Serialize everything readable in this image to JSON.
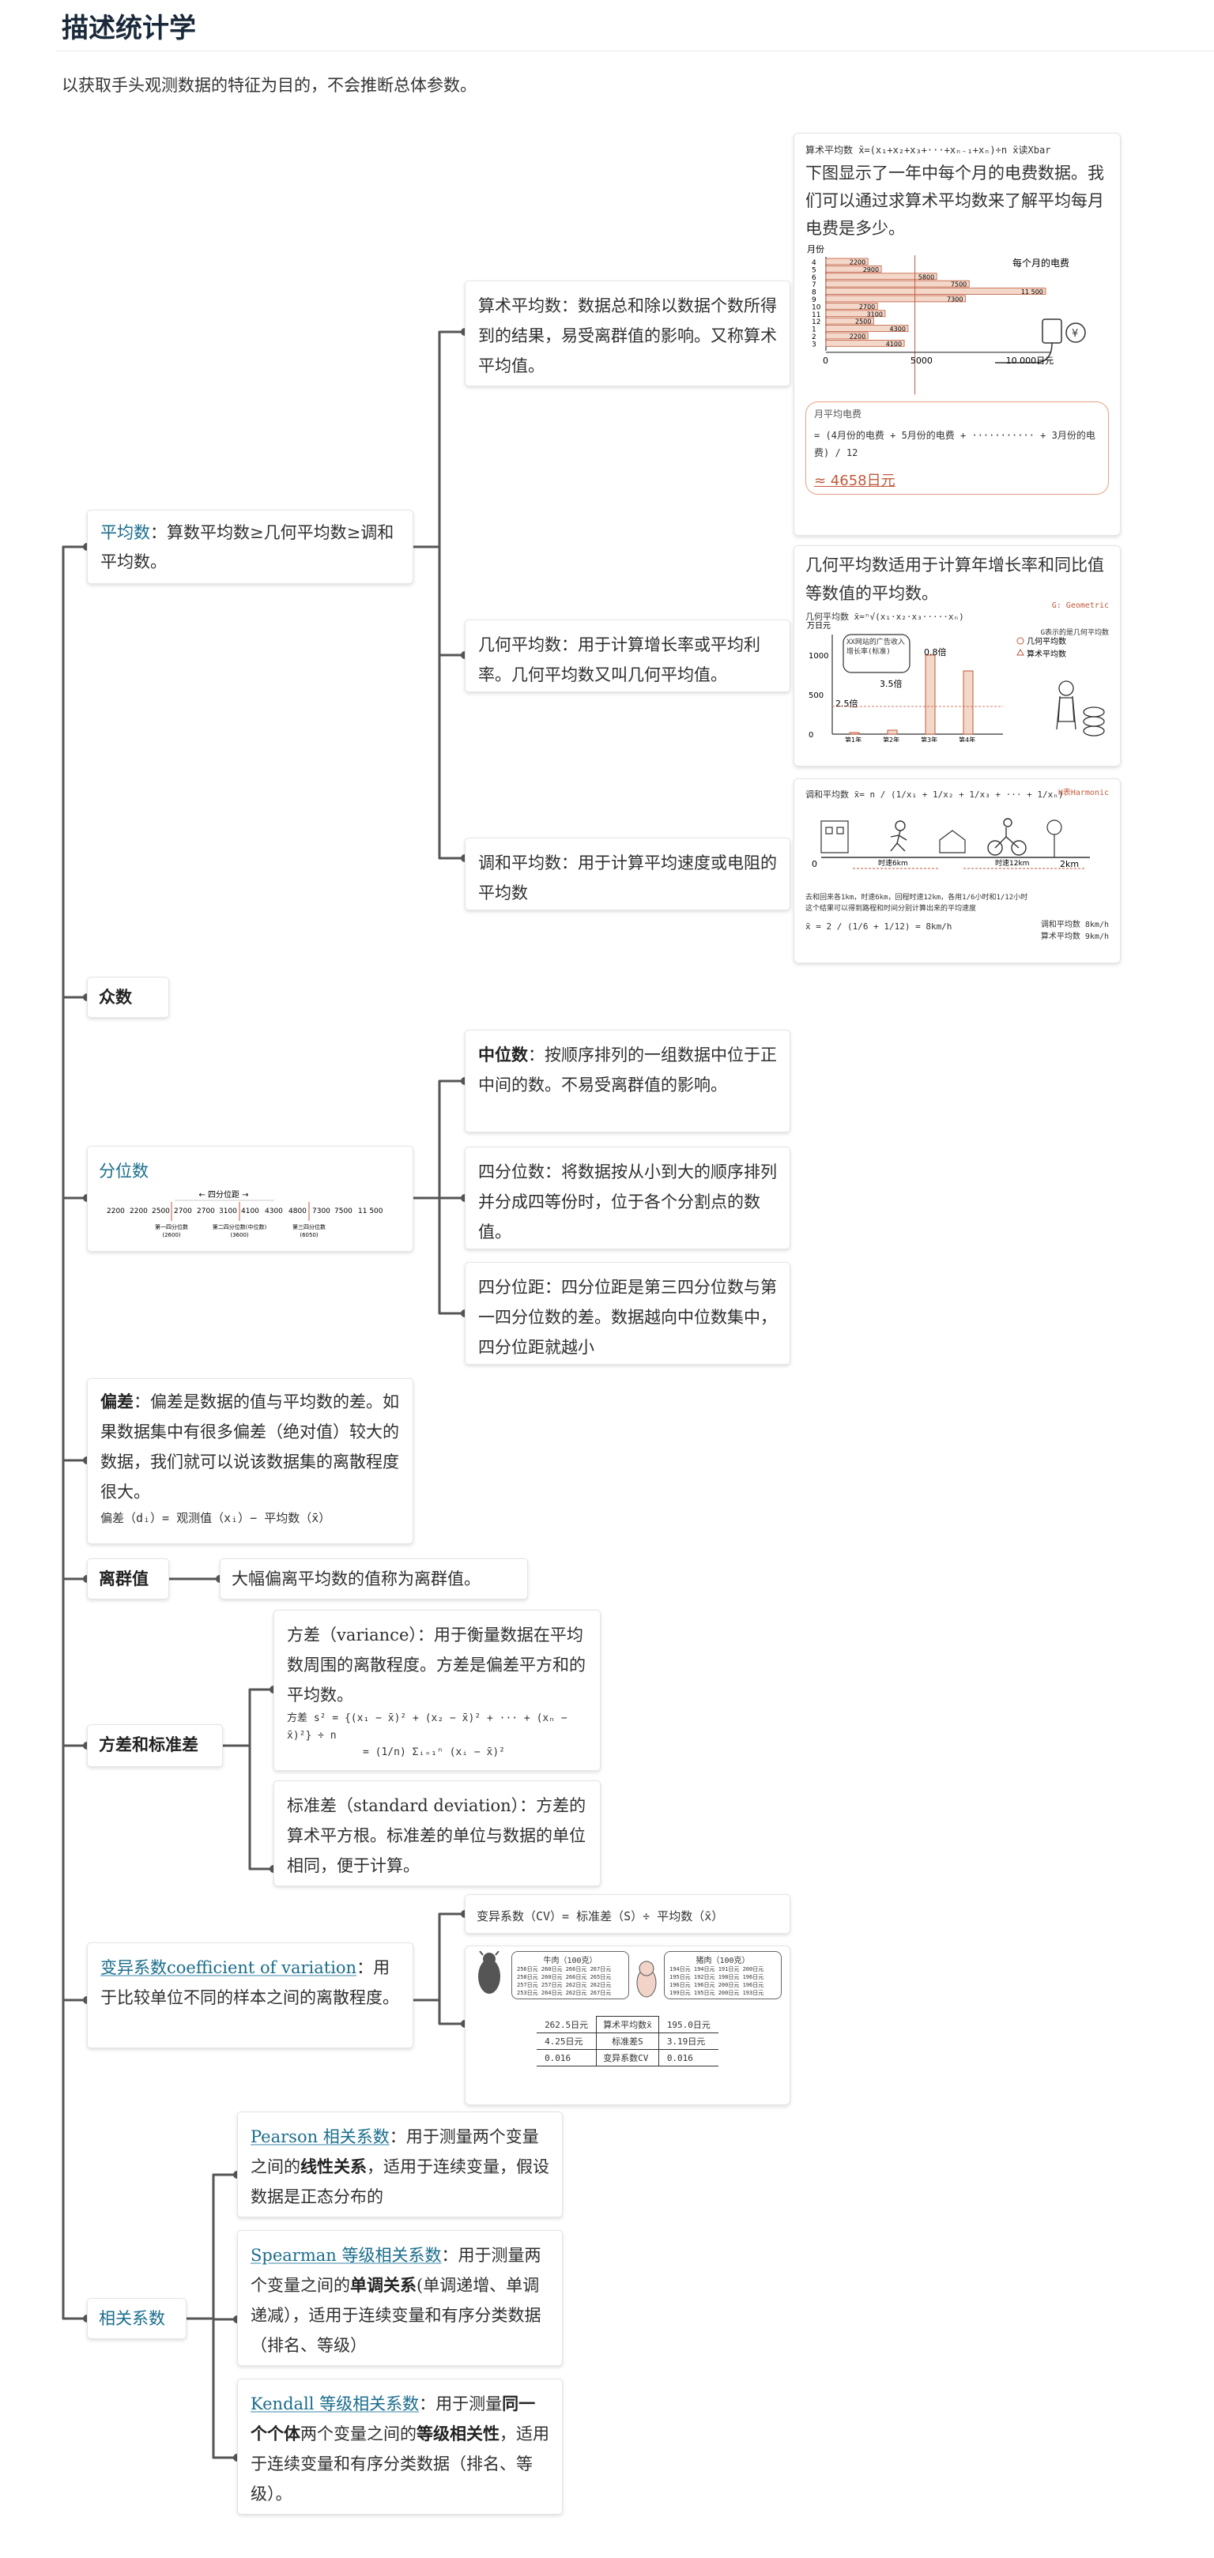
{
  "page": {
    "title": "描述统计学",
    "intro": "以获取手头观测数据的特征为目的，不会推断总体参数。"
  },
  "mean": {
    "term": "平均数",
    "desc": "：算数平均数≥几何平均数≥调和平均数。",
    "arithmetic": "算术平均数：数据总和除以数据个数所得到的结果，易受离群值的影响。又称算术平均值。",
    "geometric": "几何平均数：用于计算增长率或平均利率。几何平均数又叫几何平均值。",
    "harmonic": "调和平均数：用于计算平均速度或电阻的平均数",
    "arith_fig": {
      "formula": "算术平均数   x̄=(x₁+x₂+x₃+···+xₙ₋₁+xₙ)÷n   x̄读Xbar",
      "text": "下图显示了一年中每个月的电费数据。我们可以通过求算术平均数来了解平均每月电费是多少。",
      "axis_label": "月份",
      "legend": "每个月的电费",
      "months": [
        "4",
        "5",
        "6",
        "7",
        "8",
        "9",
        "10",
        "11",
        "12",
        "1",
        "2",
        "3"
      ],
      "values": [
        2200,
        2900,
        5800,
        7500,
        11500,
        7300,
        2700,
        3100,
        2500,
        4300,
        2200,
        4100
      ],
      "xmax": 12000,
      "x_ticks": [
        "0",
        "5000",
        "10 000日元"
      ],
      "mean_label": "月平均电费",
      "calc": "= (4月份的电费 + 5月份的电费 + ··········· + 3月份的电费) / 12",
      "result": "≈ 4658日元"
    },
    "geo_fig": {
      "text": "几何平均数适用于计算年增长率和同比值等数值的平均数。",
      "formula": "几何平均数   x̄=ⁿ√(x₁·x₂·x₃·····xₙ)",
      "tag": "G: Geometric",
      "note": "G表示的是几何平均数",
      "y_unit": "万日元",
      "y_ticks": [
        "1000",
        "500",
        "0"
      ],
      "bars": [
        {
          "label": "第1年",
          "value": 20
        },
        {
          "label": "第2年",
          "value": 50
        },
        {
          "label": "第3年",
          "value": 1000
        },
        {
          "label": "第4年",
          "value": 800
        }
      ],
      "ratios": [
        "2.5倍",
        "3.5倍",
        "0.8倍"
      ],
      "bubble": "XX网站的广告收入增长率(标准)",
      "legend1": "几何平均数",
      "legend2": "算术平均数"
    },
    "harm_fig": {
      "formula": "调和平均数  x̄= n / (1/x₁ + 1/x₂ + 1/x₃ + ··· + 1/xₙ)",
      "tag": "H表Harmonic",
      "labels": [
        "0",
        "时速6km",
        "时速12km",
        "2km"
      ],
      "line1": "去和回来各1km，时速6km，回程时速12km，各用1/6小时和1/12小时",
      "line2": "这个结果可以得到路程和时间分别计算出来的平均速度",
      "result": "x̄ = 2 / (1/6 + 1/12) = 8km/h",
      "legend1": "调和平均数 8km/h",
      "legend2": "算术平均数 9km/h"
    }
  },
  "mode": {
    "label": "众数"
  },
  "quantile": {
    "term": "分位数",
    "fig": {
      "header": "← 四分位距 →",
      "numbers": [
        "2200",
        "2200",
        "2500",
        "2700",
        "2700",
        "3100",
        "4100",
        "4300",
        "4800",
        "7300",
        "7500",
        "11 500"
      ],
      "marks": [
        {
          "label": "第一四分位数",
          "value": "(2600)"
        },
        {
          "label": "第二四分位数(中位数)",
          "value": "(3600)"
        },
        {
          "label": "第三四分位数",
          "value": "(6050)"
        }
      ]
    },
    "median_term": "中位数",
    "median_desc": "：按顺序排列的一组数据中位于正中间的数。不易受离群值的影响。",
    "quartile": "四分位数：将数据按从小到大的顺序排列并分成四等份时，位于各个分割点的数值。",
    "iqr": "四分位距：四分位距是第三四分位数与第一四分位数的差。数据越向中位数集中，四分位距就越小"
  },
  "deviation": {
    "term": "偏差",
    "desc": "：偏差是数据的值与平均数的差。如果数据集中有很多偏差（绝对值）较大的数据，我们就可以说该数据集的离散程度很大。",
    "formula": "偏差（dᵢ）= 观测值（xᵢ）− 平均数（x̄）"
  },
  "outlier": {
    "term": "离群值",
    "desc": "大幅偏离平均数的值称为离群值。"
  },
  "variance": {
    "term": "方差和标准差",
    "variance_desc": "方差（variance）：用于衡量数据在平均数周围的离散程度。方差是偏差平方和的平均数。",
    "formula1": "方差    s² = {(x₁ − x̄)² + (x₂ − x̄)² + ··· + (xₙ − x̄)²} ÷ n",
    "formula2": "= (1/n) Σᵢ₌₁ⁿ (xᵢ − x̄)²",
    "sd_desc": "标准差（standard deviation）：方差的算术平方根。标准差的单位与数据的单位相同，便于计算。"
  },
  "cv": {
    "term": "变异系数coefficient of variation",
    "desc": "：用于比较单位不同的样本之间的离散程度。",
    "formula": "变异系数（CV）= 标准差（S）÷ 平均数（x̄）",
    "fig": {
      "left_title": "牛肉（100克）",
      "left_rows": [
        "256日元 260日元 266日元 267日元",
        "258日元 260日元 266日元 265日元",
        "257日元 257日元 262日元 262日元",
        "253日元 264日元 262日元 267日元"
      ],
      "right_title": "猪肉（100克）",
      "right_rows": [
        "194日元 194日元 191日元 200日元",
        "195日元 192日元 198日元 196日元",
        "196日元 196日元 200日元 196日元",
        "199日元 195日元 200日元 193日元"
      ],
      "table": [
        [
          "262.5日元",
          "算术平均数x̄",
          "195.0日元"
        ],
        [
          "4.25日元",
          "标准差S",
          "3.19日元"
        ],
        [
          "0.016",
          "变异系数CV",
          "0.016"
        ]
      ]
    }
  },
  "correlation": {
    "term": "相关系数",
    "pearson_term": "Pearson 相关系数",
    "pearson_a": "：用于测量两个变量之间的",
    "pearson_b": "线性关系",
    "pearson_c": "，适用于连续变量，假设数据是正态分布的",
    "spearman_term": "Spearman 等级相关系数",
    "spearman_a": "：用于测量两个变量之间的",
    "spearman_b": "单调关系",
    "spearman_c": "(单调递增、单调递减），适用于连续变量和有序分类数据（排名、等级）",
    "kendall_term": "Kendall 等级相关系数",
    "kendall_a": "：用于测量",
    "kendall_b": "同一个个体",
    "kendall_c": "两个变量之间的",
    "kendall_d": "等级相关性",
    "kendall_e": "，适用于连续变量和有序分类数据（排名、等级）。"
  },
  "colors": {
    "term": "#1a6d8c",
    "connector": "#555555",
    "bar_fill": "#f3d7c9",
    "bar_stroke": "#c0593b",
    "accent_red": "#c0593b"
  }
}
